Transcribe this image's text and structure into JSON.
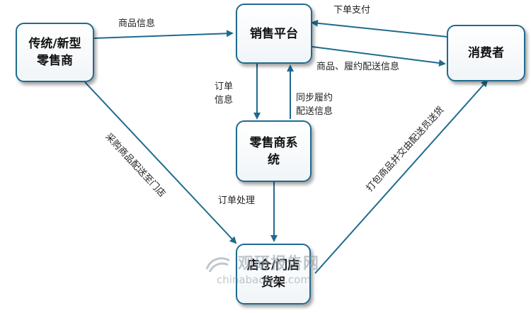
{
  "nodes": {
    "platform": "销售平台",
    "retailer_line1": "传统/新型",
    "retailer_line2": "零售商",
    "consumer": "消费者",
    "system_line1": "零售商系",
    "system_line2": "统",
    "store_line1": "店仓/门店",
    "store_line2": "货架"
  },
  "edges": {
    "retailer_to_platform": "商品信息",
    "consumer_to_platform": "下单支付",
    "platform_to_consumer": "商品、履约配送信息",
    "platform_to_system": "订单\n信息",
    "system_to_platform": "同步履约\n配送信息",
    "system_to_store": "订单处理",
    "retailer_to_store": "采购商品配送至门店",
    "store_to_consumer": "打包商品并交由配送员送货"
  },
  "colors": {
    "arrow": "#1f6b8e",
    "node_border": "#1f6b8e"
  },
  "watermark": {
    "title": "观研报告网",
    "url": "chinabaogao.com"
  }
}
